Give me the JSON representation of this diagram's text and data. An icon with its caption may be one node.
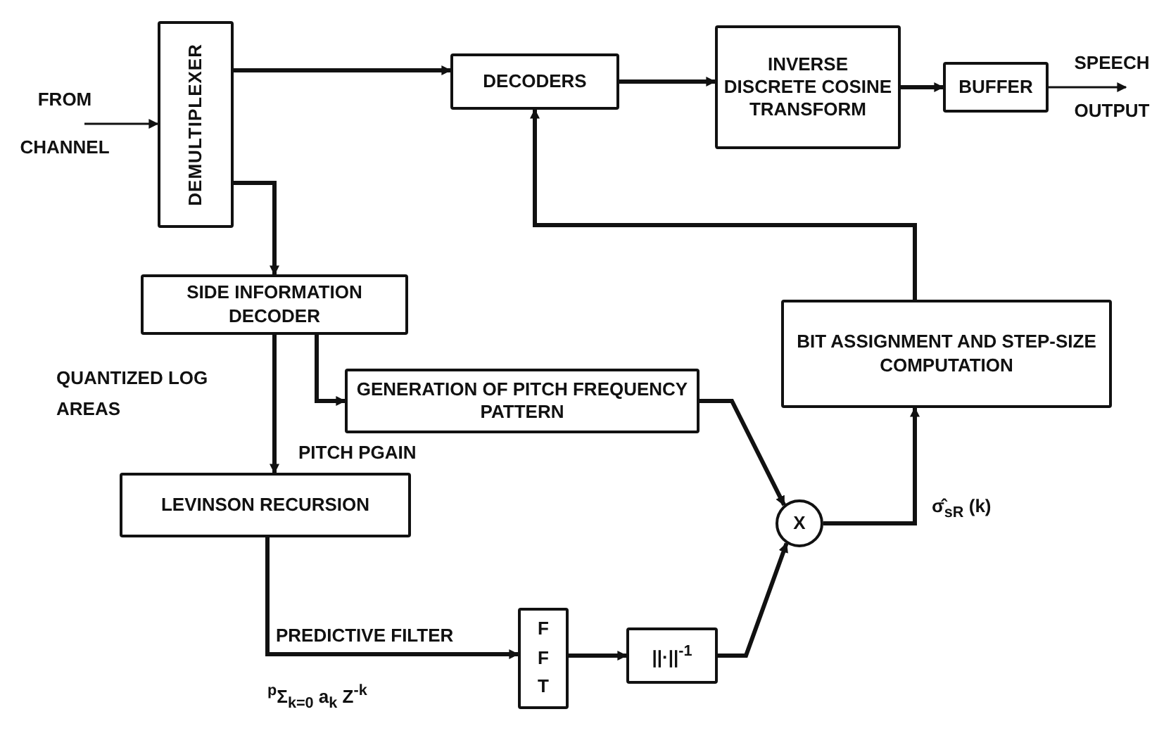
{
  "diagram": {
    "nodes": [
      {
        "text": [
          "DEMULTIPLEXER"
        ]
      },
      {
        "text": [
          "DECODERS"
        ]
      },
      {
        "text": [
          "INVERSE DISCRETE COSINE TRANSFORM"
        ]
      },
      {
        "text": [
          "BUFFER"
        ]
      },
      {
        "text": [
          "SIDE INFORMATION DECODER"
        ]
      },
      {
        "text": [
          "GENERATION OF PITCH FREQUENCY PATTERN"
        ]
      },
      {
        "text": [
          "LEVINSON RECURSION"
        ]
      },
      {
        "text": [
          "F F T"
        ]
      },
      {
        "text": [
          "||·||$^{-1}$"
        ]
      },
      {
        "text": [
          "X"
        ]
      },
      {
        "text": [
          "BIT ASSIGNMENT AND STEP-SIZE COMPUTATION"
        ]
      }
    ],
    "edges": [
      {
        "from": null,
        "to": 0,
        "arrow": "to",
        "label": "FROM CHANNEL"
      },
      {
        "from": 0,
        "to": 1,
        "arrow": "to"
      },
      {
        "from": 1,
        "to": 2,
        "arrow": "to"
      },
      {
        "from": 2,
        "to": 3,
        "arrow": "to"
      },
      {
        "from": 3,
        "to": null,
        "arrow": "to",
        "label": "SPEECH OUTPUT"
      },
      {
        "from": 0,
        "to": 4,
        "arrow": "to"
      },
      {
        "from": 4,
        "to": 6,
        "arrow": "to"
      },
      {
        "from": 4,
        "to": 5,
        "arrow": "to"
      },
      {
        "from": 6,
        "to": 7,
        "arrow": "to",
        "label": "PREDICTIVE FILTER"
      },
      {
        "from": 7,
        "to": 8,
        "arrow": "to"
      },
      {
        "from": 8,
        "to": 9,
        "arrow": "to"
      },
      {
        "from": 5,
        "to": 9,
        "arrow": "to"
      },
      {
        "from": 9,
        "to": 10,
        "arrow": "to",
        "label": "σ̂$_{sR}$ (k)"
      },
      {
        "from": 10,
        "to": 1,
        "arrow": "to"
      }
    ],
    "labels": [
      "QUANTIZED LOG AREAS",
      "PITCH PGAIN",
      "$^{p}$Σ$_{k=0}$ a$_{k}$ Z$^{-k}$"
    ]
  }
}
